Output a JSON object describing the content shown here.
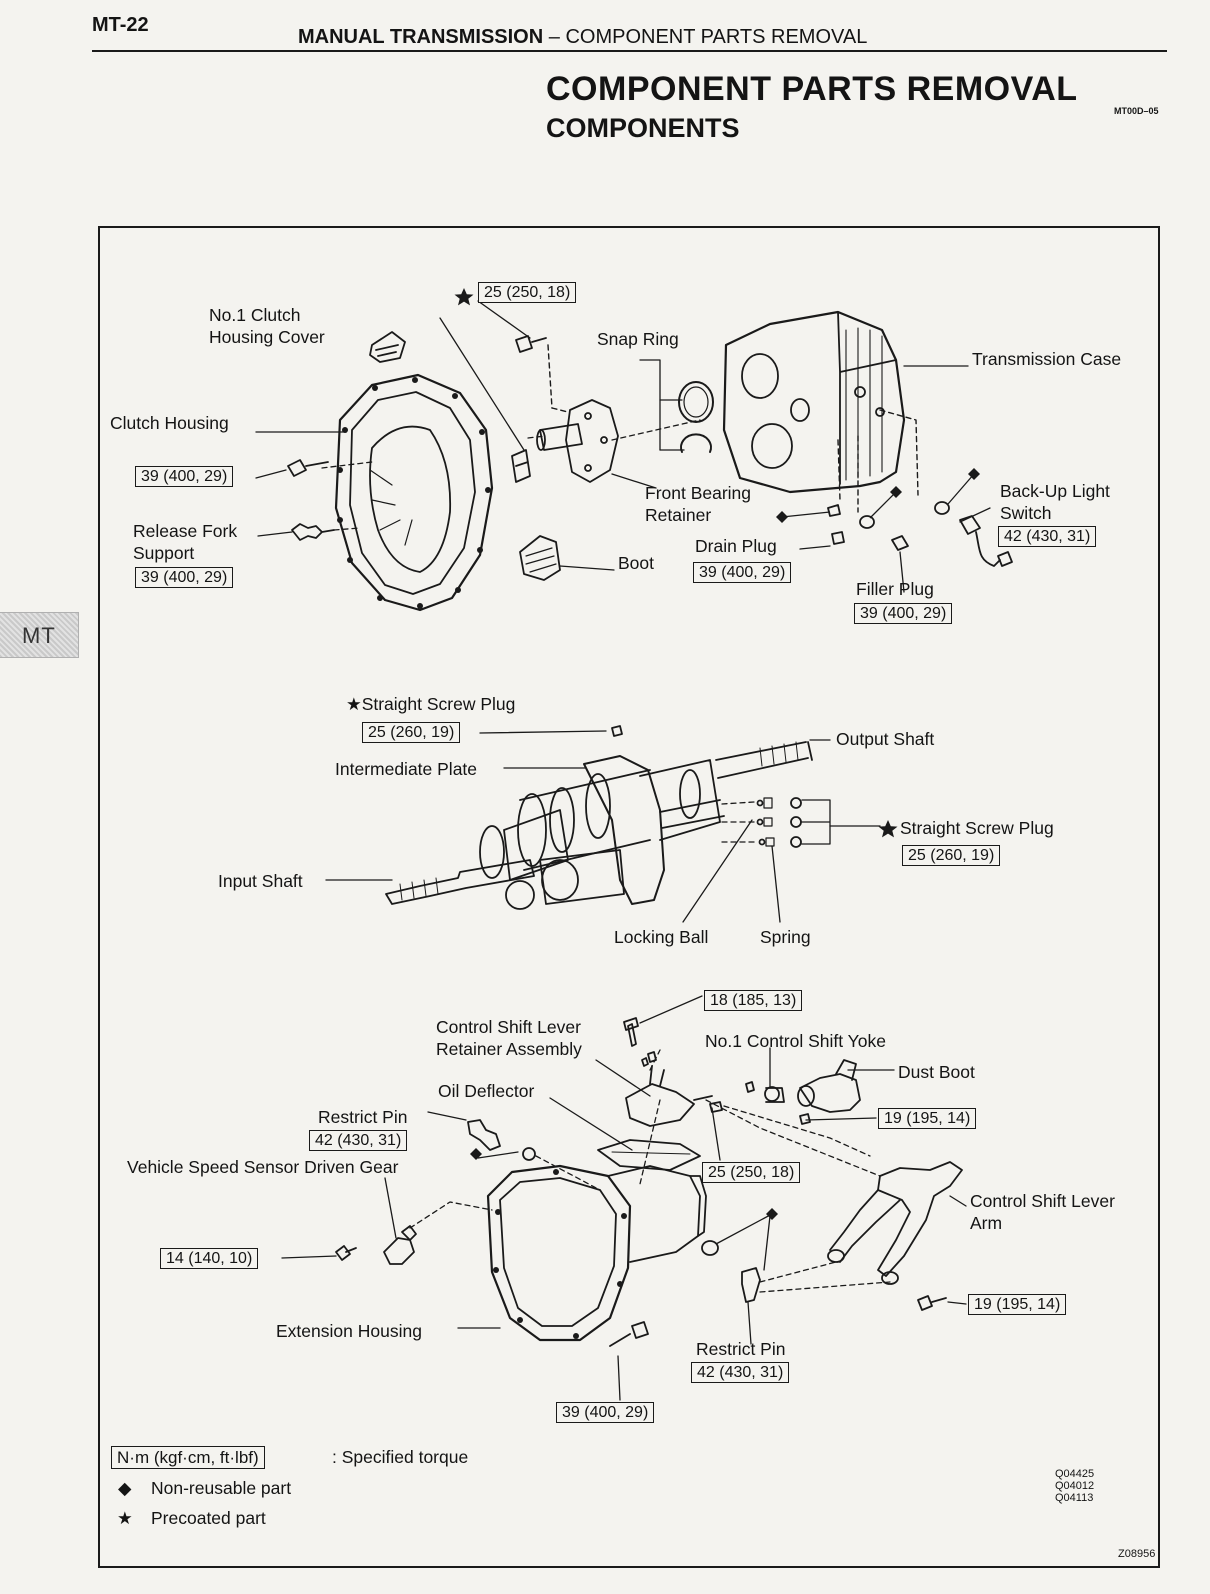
{
  "header": {
    "page_code": "MT-22",
    "section": "MANUAL TRANSMISSION",
    "separator": " – ",
    "subsection": "COMPONENT PARTS REMOVAL"
  },
  "titles": {
    "main": "COMPONENT PARTS REMOVAL",
    "sub": "COMPONENTS",
    "doc_code": "MT00D–05"
  },
  "side_tab": "MT",
  "labels": {
    "no1_clutch_housing_cover": [
      "No.1 Clutch",
      "Housing Cover"
    ],
    "snap_ring": "Snap Ring",
    "transmission_case": "Transmission Case",
    "clutch_housing": "Clutch Housing",
    "front_bearing_retainer": [
      "Front Bearing",
      "Retainer"
    ],
    "back_up_light_switch": [
      "Back-Up Light",
      "Switch"
    ],
    "release_fork_support": [
      "Release Fork",
      "Support"
    ],
    "drain_plug": "Drain Plug",
    "boot": "Boot",
    "filler_plug": "Filler Plug",
    "straight_screw_plug_top": "★Straight Screw Plug",
    "output_shaft": "Output Shaft",
    "intermediate_plate": "Intermediate Plate",
    "straight_screw_plug_right": "Straight Screw Plug",
    "input_shaft": "Input Shaft",
    "locking_ball": "Locking Ball",
    "spring": "Spring",
    "control_shift_lever_retainer": [
      "Control Shift Lever",
      "Retainer Assembly"
    ],
    "no1_control_shift_yoke": "No.1 Control Shift Yoke",
    "dust_boot": "Dust Boot",
    "oil_deflector": "Oil Deflector",
    "restrict_pin_left": "Restrict Pin",
    "vehicle_speed_sensor": "Vehicle Speed Sensor Driven Gear",
    "control_shift_lever_arm": [
      "Control Shift Lever",
      "Arm"
    ],
    "extension_housing": "Extension Housing",
    "restrict_pin_right": "Restrict Pin"
  },
  "torques": {
    "front_bearing_bolt": "25 (250, 18)",
    "clutch_housing_bolt": "39 (400, 29)",
    "release_fork_support": "39 (400, 29)",
    "back_up_light_switch": "42 (430, 31)",
    "drain_plug": "39 (400, 29)",
    "filler_plug": "39 (400, 29)",
    "straight_screw_plug_top": "25 (260, 19)",
    "straight_screw_plug_right": "25 (260, 19)",
    "retainer_bolt": "18 (185, 13)",
    "restrict_pin_left": "42 (430, 31)",
    "yoke_bolt": "19 (195, 14)",
    "oil_deflector_bolt": "25 (250, 18)",
    "speed_sensor": "14 (140, 10)",
    "lever_arm_bolt": "19 (195, 14)",
    "restrict_pin_right": "42 (430, 31)",
    "extension_housing_bolt": "39 (400, 29)"
  },
  "legend": {
    "torque_unit": "N·m (kgf·cm, ft·lbf)",
    "torque_desc": ":  Specified torque",
    "nonreusable_symbol": "◆",
    "nonreusable_desc": "Non-reusable part",
    "precoated_symbol": "★",
    "precoated_desc": "Precoated part"
  },
  "figure_codes": [
    "Q04425",
    "Q04012",
    "Q04113"
  ],
  "figure_id": "Z08956"
}
